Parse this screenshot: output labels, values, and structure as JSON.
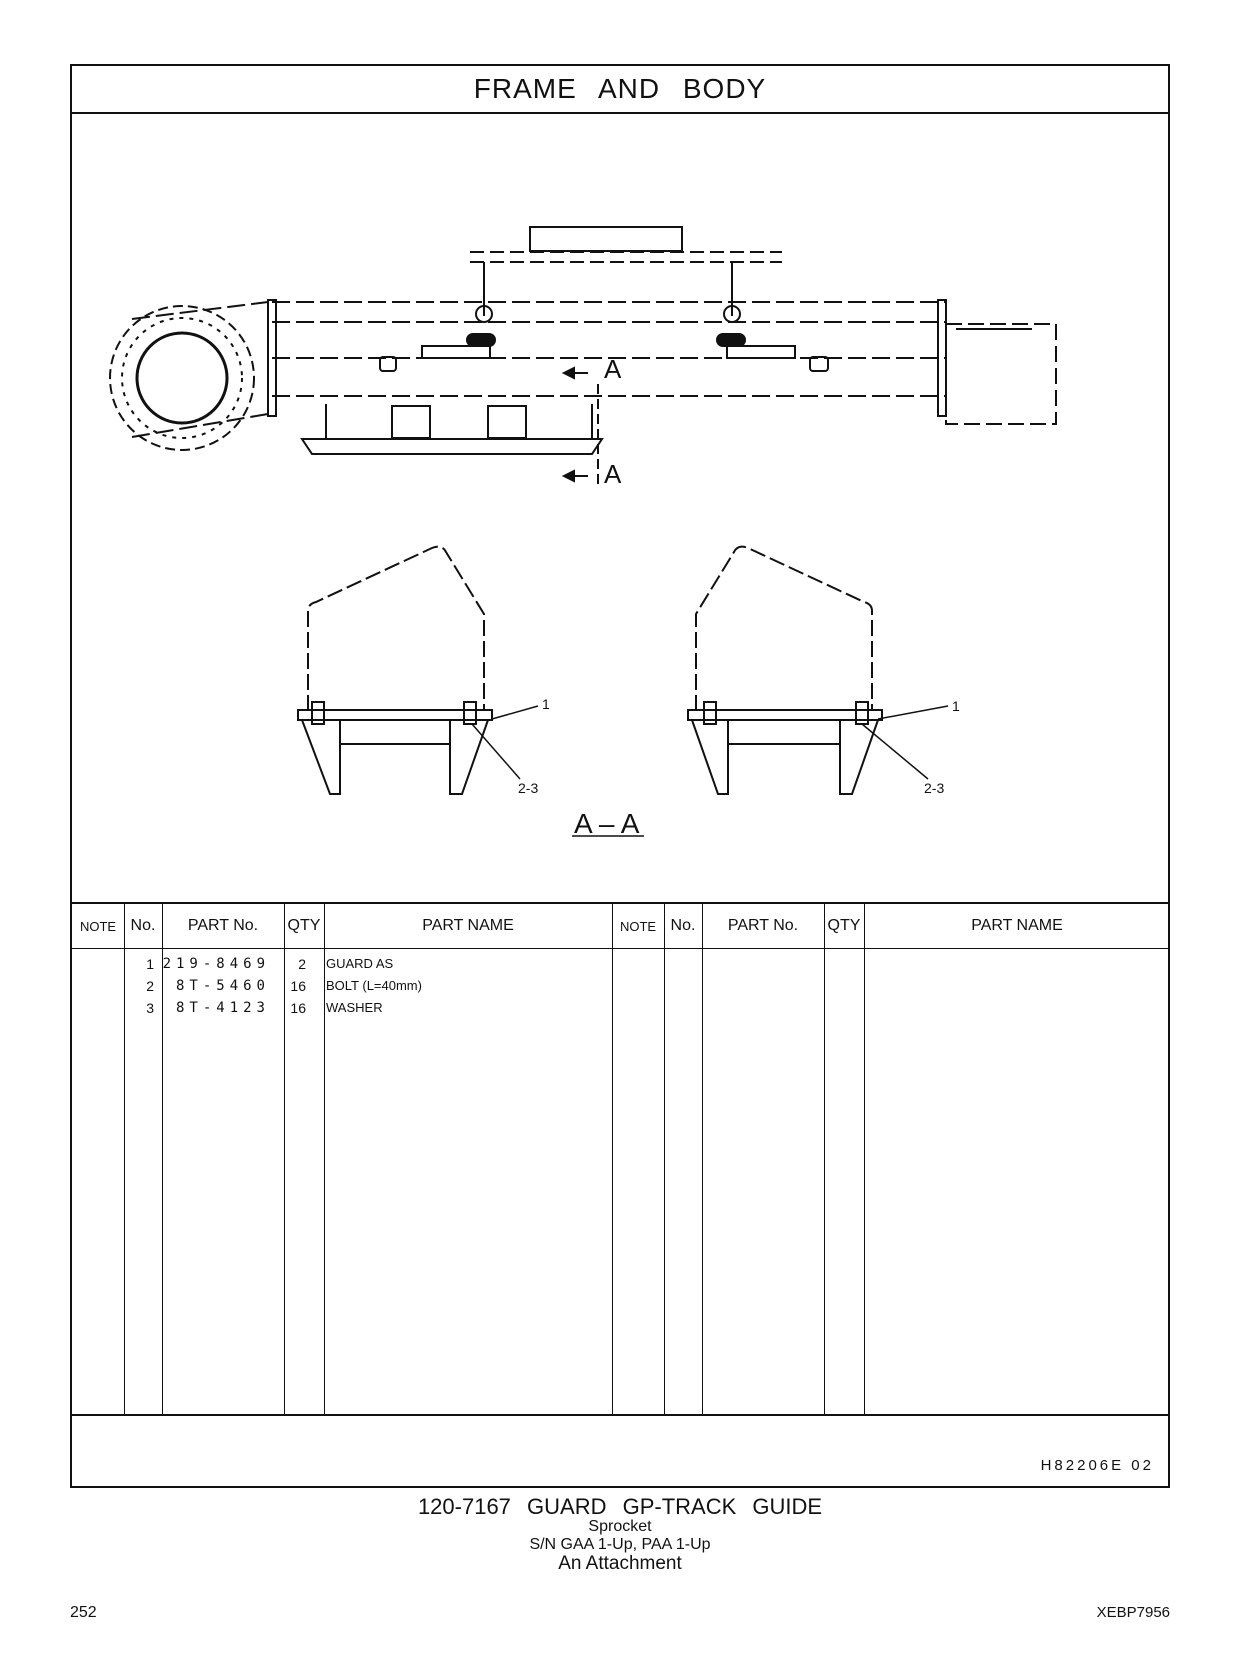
{
  "header": {
    "title": "FRAME   AND   BODY"
  },
  "drawing": {
    "section_label_top": "A",
    "section_label_bottom": "A",
    "section_view_label": "A – A",
    "callout_left_1": "1",
    "callout_left_23": "2-3",
    "callout_right_1": "1",
    "callout_right_23": "2-3"
  },
  "table": {
    "headers": {
      "note": "NOTE",
      "no": "No.",
      "part_no": "PART No.",
      "qty": "QTY",
      "part_name": "PART NAME",
      "note2": "NOTE",
      "no2": "No.",
      "part_no2": "PART No.",
      "qty2": "QTY",
      "part_name2": "PART NAME"
    },
    "rows": [
      {
        "no": "1",
        "part_no": "219-8469",
        "qty": "2",
        "name": "GUARD  AS"
      },
      {
        "no": "2",
        "part_no": "8T-5460",
        "qty": "16",
        "name": "BOLT (L=40mm)"
      },
      {
        "no": "3",
        "part_no": "8T-4123",
        "qty": "16",
        "name": "WASHER"
      }
    ]
  },
  "footer": {
    "drawing_code": "H82206E   02"
  },
  "caption": {
    "title": "120-7167  GUARD  GP-TRACK  GUIDE",
    "line1": "Sprocket",
    "line2": "S/N GAA 1-Up, PAA 1-Up",
    "line3": "An Attachment"
  },
  "page": {
    "number": "252",
    "doc_code": "XEBP7956"
  }
}
